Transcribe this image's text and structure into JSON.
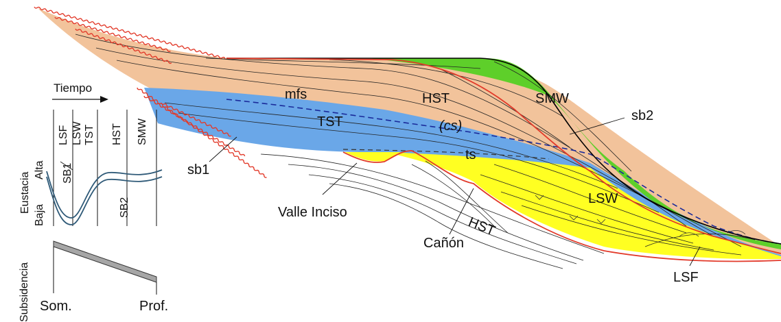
{
  "colors": {
    "hst": "#f2c39b",
    "tst": "#6aa7e8",
    "smw": "#5ecf2a",
    "lsw": "#ffff22",
    "sequence_boundary": "#e23a2a",
    "mfs_line": "#1a2a9a",
    "eustasy_curve": "#2f5a78",
    "subsidence_bar": "#a6a6a6"
  },
  "labels": {
    "mfs": "mfs",
    "hst_upper": "HST",
    "cs": "(cs)",
    "smw": "SMW",
    "sb2": "sb2",
    "tst": "TST",
    "ts": "ts",
    "sb1": "sb1",
    "lsw": "LSW",
    "valle_inciso": "Valle Inciso",
    "hst_lower": "HST",
    "canon": "Cañón",
    "lsf": "LSF"
  },
  "inset": {
    "tiempo": "Tiempo",
    "columns": [
      "LSF",
      "LSW",
      "TST",
      "HST",
      "SMW"
    ],
    "eustacia": "Eustacia",
    "alta": "Alta",
    "baja": "Baja",
    "sb1": "SB1",
    "sb2": "SB2",
    "subsidencia": "Subsidencia",
    "som": "Som.",
    "prof": "Prof."
  }
}
